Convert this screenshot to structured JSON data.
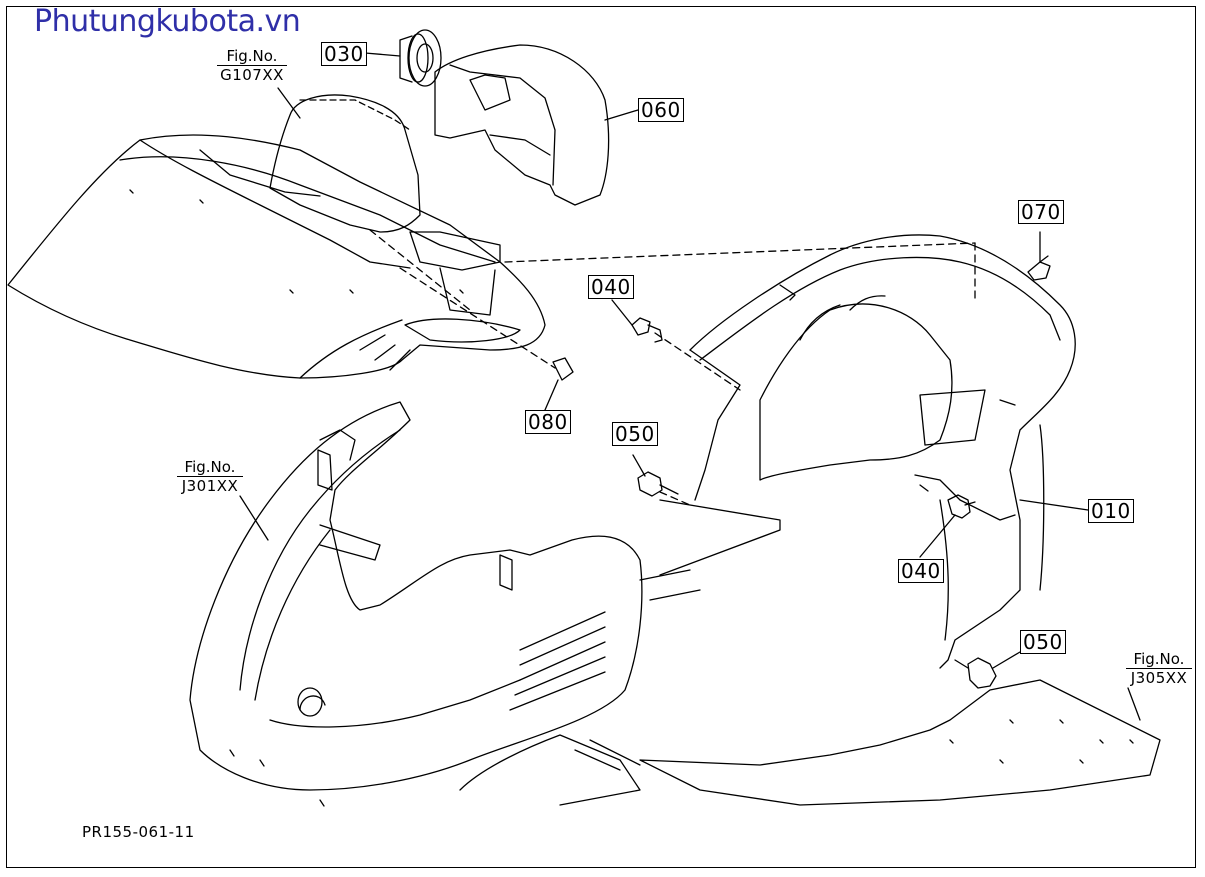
{
  "site_title": "Phutungkubota.vn",
  "drawing_code": "PR155-061-11",
  "fig_refs": [
    {
      "label": "Fig.No.",
      "code": "G107XX"
    },
    {
      "label": "Fig.No.",
      "code": "J301XX"
    },
    {
      "label": "Fig.No.",
      "code": "J305XX"
    }
  ],
  "callouts": [
    "030",
    "060",
    "070",
    "040",
    "080",
    "050",
    "010",
    "040",
    "050"
  ],
  "colors": {
    "title": "#2f2fa8",
    "line": "#000000",
    "background": "#ffffff"
  }
}
